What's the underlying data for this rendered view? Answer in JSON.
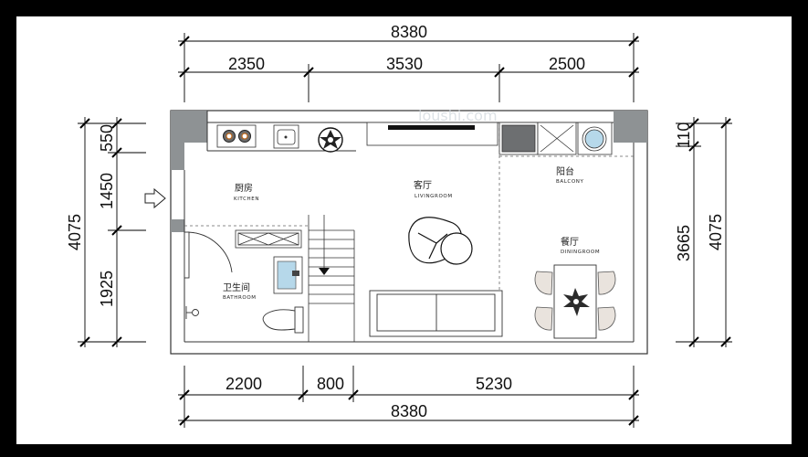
{
  "dimensions": {
    "top_total": "8380",
    "top_segments": [
      "2350",
      "3530",
      "2500"
    ],
    "bottom_segments": [
      "2200",
      "800",
      "5230"
    ],
    "bottom_total": "8380",
    "left_total": "4075",
    "left_segments": [
      "550",
      "1450",
      "1925"
    ],
    "right_segments": [
      "110",
      "3665"
    ],
    "right_total": "4075"
  },
  "rooms": {
    "kitchen": {
      "cn": "厨房",
      "en": "KITCHEN"
    },
    "living": {
      "cn": "客厅",
      "en": "LIVINGROOM"
    },
    "balcony": {
      "cn": "阳台",
      "en": "BALCONY"
    },
    "dining": {
      "cn": "餐厅",
      "en": "DININGROOM"
    },
    "bathroom": {
      "cn": "卫生间",
      "en": "BATHROOM"
    }
  },
  "watermark": "loushi.com",
  "colors": {
    "wall": "#8e9294",
    "fixture_blue": "#b6d8ea",
    "chair": "#e9e3dd",
    "background": "#000000"
  }
}
